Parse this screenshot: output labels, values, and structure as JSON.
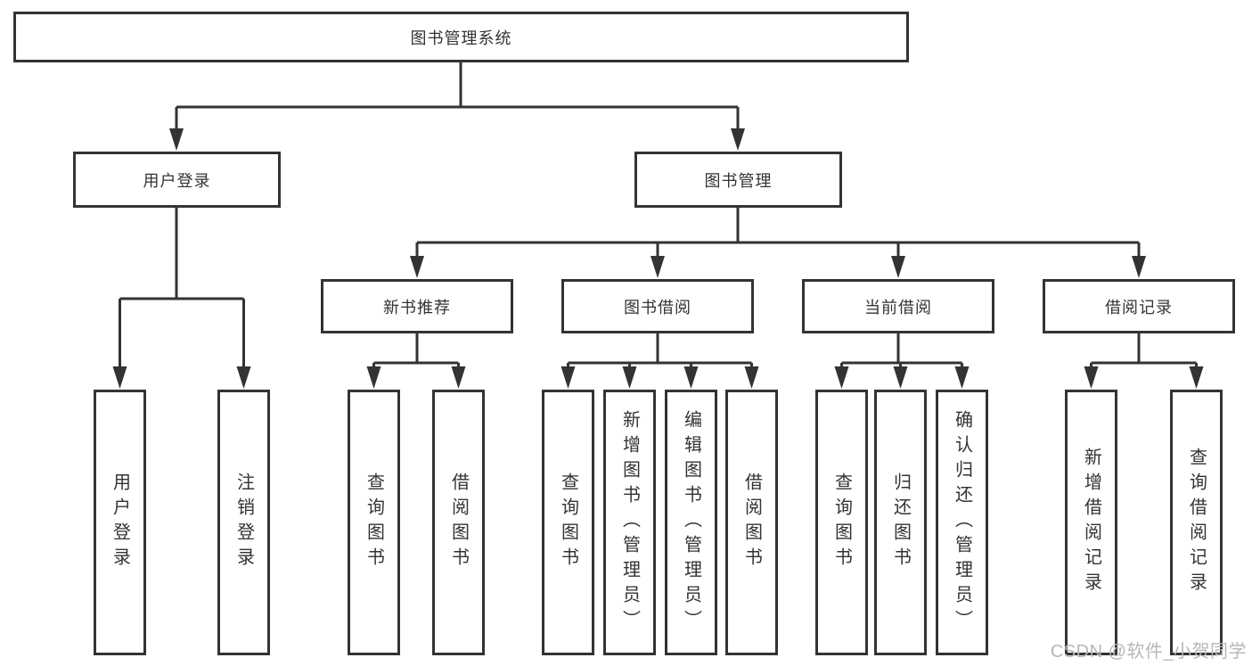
{
  "tree": {
    "root": {
      "label": "图书管理系统"
    },
    "branches": [
      {
        "label": "用户登录",
        "children": [
          {
            "label": "用户登录"
          },
          {
            "label": "注销登录"
          }
        ]
      },
      {
        "label": "图书管理",
        "children": [
          {
            "label": "新书推荐",
            "children": [
              {
                "label": "查询图书"
              },
              {
                "label": "借阅图书"
              }
            ]
          },
          {
            "label": "图书借阅",
            "children": [
              {
                "label": "查询图书"
              },
              {
                "label": "新增图书（管理员）"
              },
              {
                "label": "编辑图书（管理员）"
              },
              {
                "label": "借阅图书"
              }
            ]
          },
          {
            "label": "当前借阅",
            "children": [
              {
                "label": "查询图书"
              },
              {
                "label": "归还图书"
              },
              {
                "label": "确认归还（管理员）"
              }
            ]
          },
          {
            "label": "借阅记录",
            "children": [
              {
                "label": "新增借阅记录"
              },
              {
                "label": "查询借阅记录"
              }
            ]
          }
        ]
      }
    ]
  },
  "watermark": "CSDN @软件_小贺同学",
  "colors": {
    "line": "#333333",
    "box_border": "#333333",
    "box_fill": "#ffffff",
    "text": "#333333",
    "watermark": "#b7b7b7",
    "background": "#ffffff"
  }
}
